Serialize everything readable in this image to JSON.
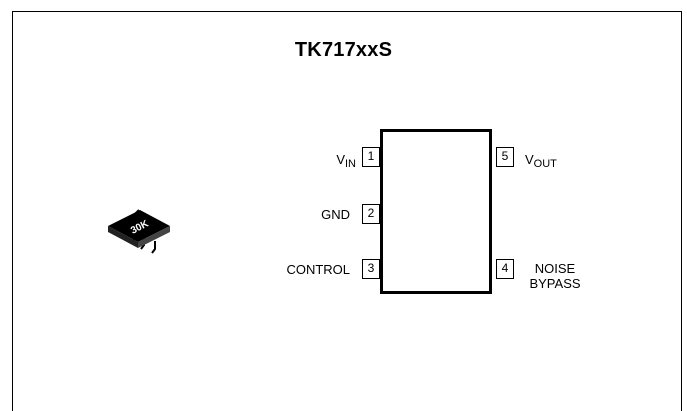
{
  "title": "TK717xxS",
  "package": {
    "icon": "sot23-5-package-icon",
    "marking": "30K"
  },
  "pins": [
    {
      "number": "1",
      "label": "V",
      "subscript": "IN",
      "side": "left"
    },
    {
      "number": "2",
      "label": "GND",
      "subscript": "",
      "side": "left"
    },
    {
      "number": "3",
      "label": "CONTROL",
      "subscript": "",
      "side": "left"
    },
    {
      "number": "5",
      "label": "V",
      "subscript": "OUT",
      "side": "right"
    },
    {
      "number": "4",
      "label_line1": "NOISE",
      "label_line2": "BYPASS",
      "side": "right"
    }
  ],
  "colors": {
    "line": "#000000",
    "background": "#ffffff"
  }
}
